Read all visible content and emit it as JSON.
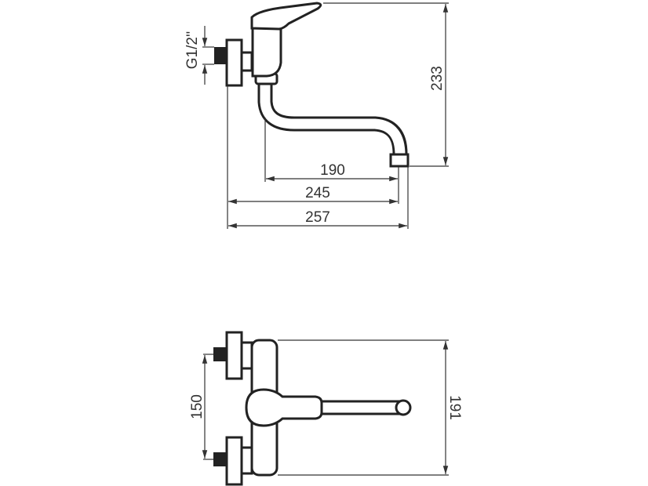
{
  "drawing": {
    "side_view": {
      "thread_label": "G1/2''",
      "dim_height": "233",
      "dim_spout_reach": "190",
      "dim_wall_to_outlet": "245",
      "dim_total_depth": "257"
    },
    "top_view": {
      "dim_inlet_spacing": "150",
      "dim_body_length": "191"
    },
    "line_color": "#222222"
  }
}
